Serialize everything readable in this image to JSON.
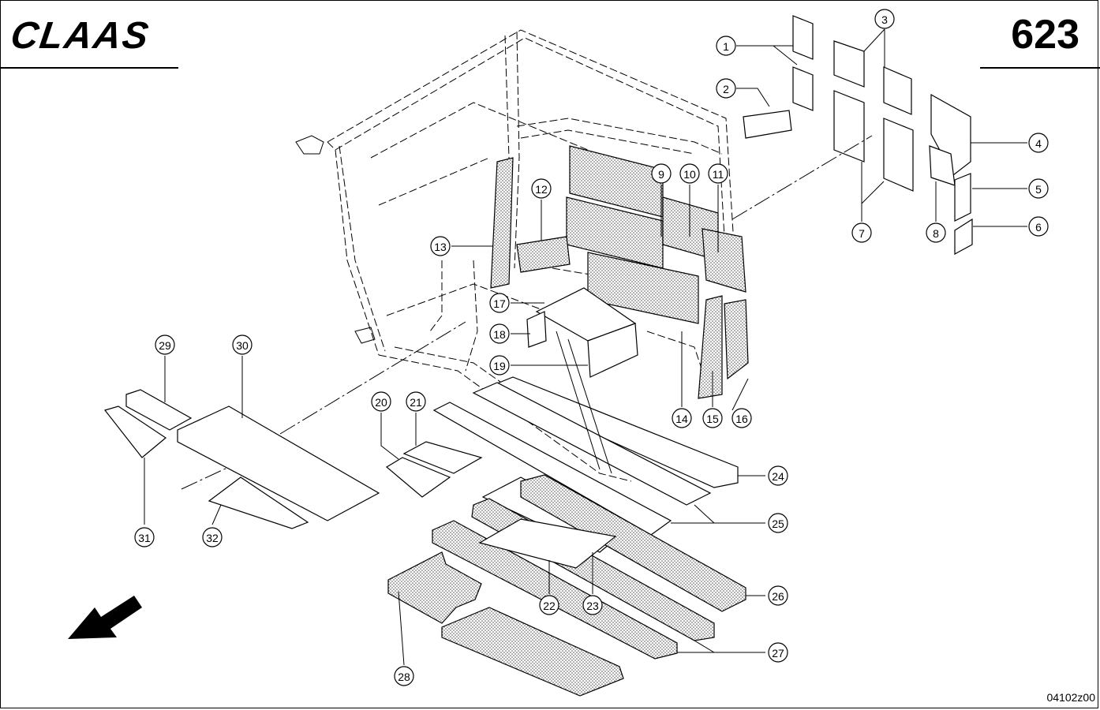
{
  "header": {
    "brand": "CLAAS",
    "page_number": "623"
  },
  "footer": {
    "drawing_number": "04102z00"
  },
  "callouts": [
    "1",
    "2",
    "3",
    "4",
    "5",
    "6",
    "7",
    "8",
    "9",
    "10",
    "11",
    "12",
    "13",
    "14",
    "15",
    "16",
    "17",
    "18",
    "19",
    "20",
    "21",
    "22",
    "23",
    "24",
    "25",
    "26",
    "27",
    "28",
    "29",
    "30",
    "31",
    "32"
  ],
  "icons": {
    "direction_arrow": "arrow-down-left-icon"
  }
}
